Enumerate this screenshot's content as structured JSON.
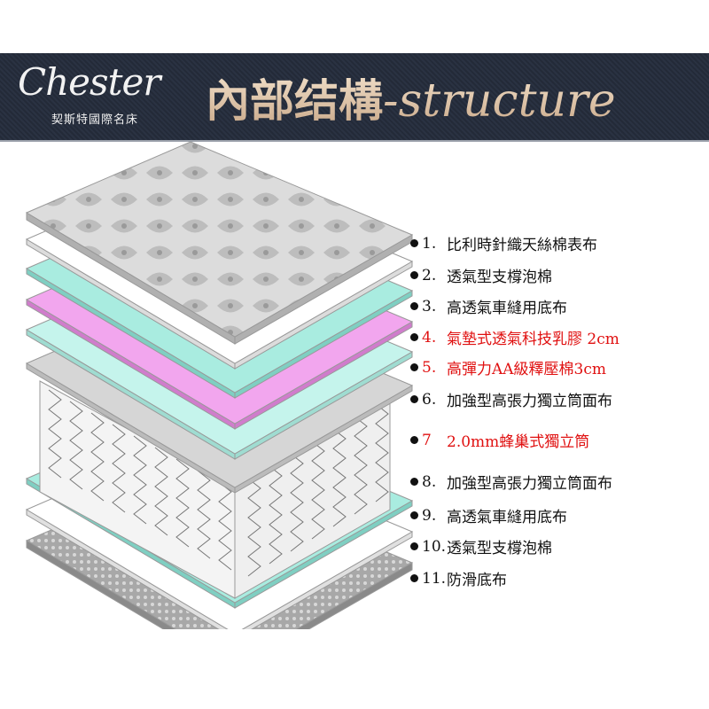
{
  "header": {
    "logo_script": "Chester",
    "logo_subtitle": "契斯特國際名床",
    "title_cn": "內部结構",
    "title_en": "-structure"
  },
  "layers": [
    {
      "num": "1.",
      "text": "比利時針織天絲棉表布",
      "highlight": false
    },
    {
      "num": "2.",
      "text": "透氣型支橕泡棉",
      "highlight": false
    },
    {
      "num": "3.",
      "text": "高透氣車縫用底布",
      "highlight": false
    },
    {
      "num": "4.",
      "text": "氣墊式透氣科技乳膠 2cm",
      "highlight": true
    },
    {
      "num": "5.",
      "text": "高彈力AA級釋壓棉3cm",
      "highlight": true
    },
    {
      "num": "6.",
      "text": "加強型高張力獨立筒面布",
      "highlight": false
    },
    {
      "num": "7",
      "text": "2.0mm蜂巢式獨立筒",
      "highlight": true
    },
    {
      "num": "8.",
      "text": "加強型高張力獨立筒面布",
      "highlight": false
    },
    {
      "num": "9.",
      "text": "高透氣車縫用底布",
      "highlight": false
    },
    {
      "num": "10.",
      "text": "透氣型支橕泡棉",
      "highlight": false
    },
    {
      "num": "11.",
      "text": "防滑底布",
      "highlight": false
    }
  ],
  "colors": {
    "highlight": "#e01010",
    "banner": "#262d3b",
    "cyan": "#a9ece0",
    "pink": "#f2a6ee"
  }
}
